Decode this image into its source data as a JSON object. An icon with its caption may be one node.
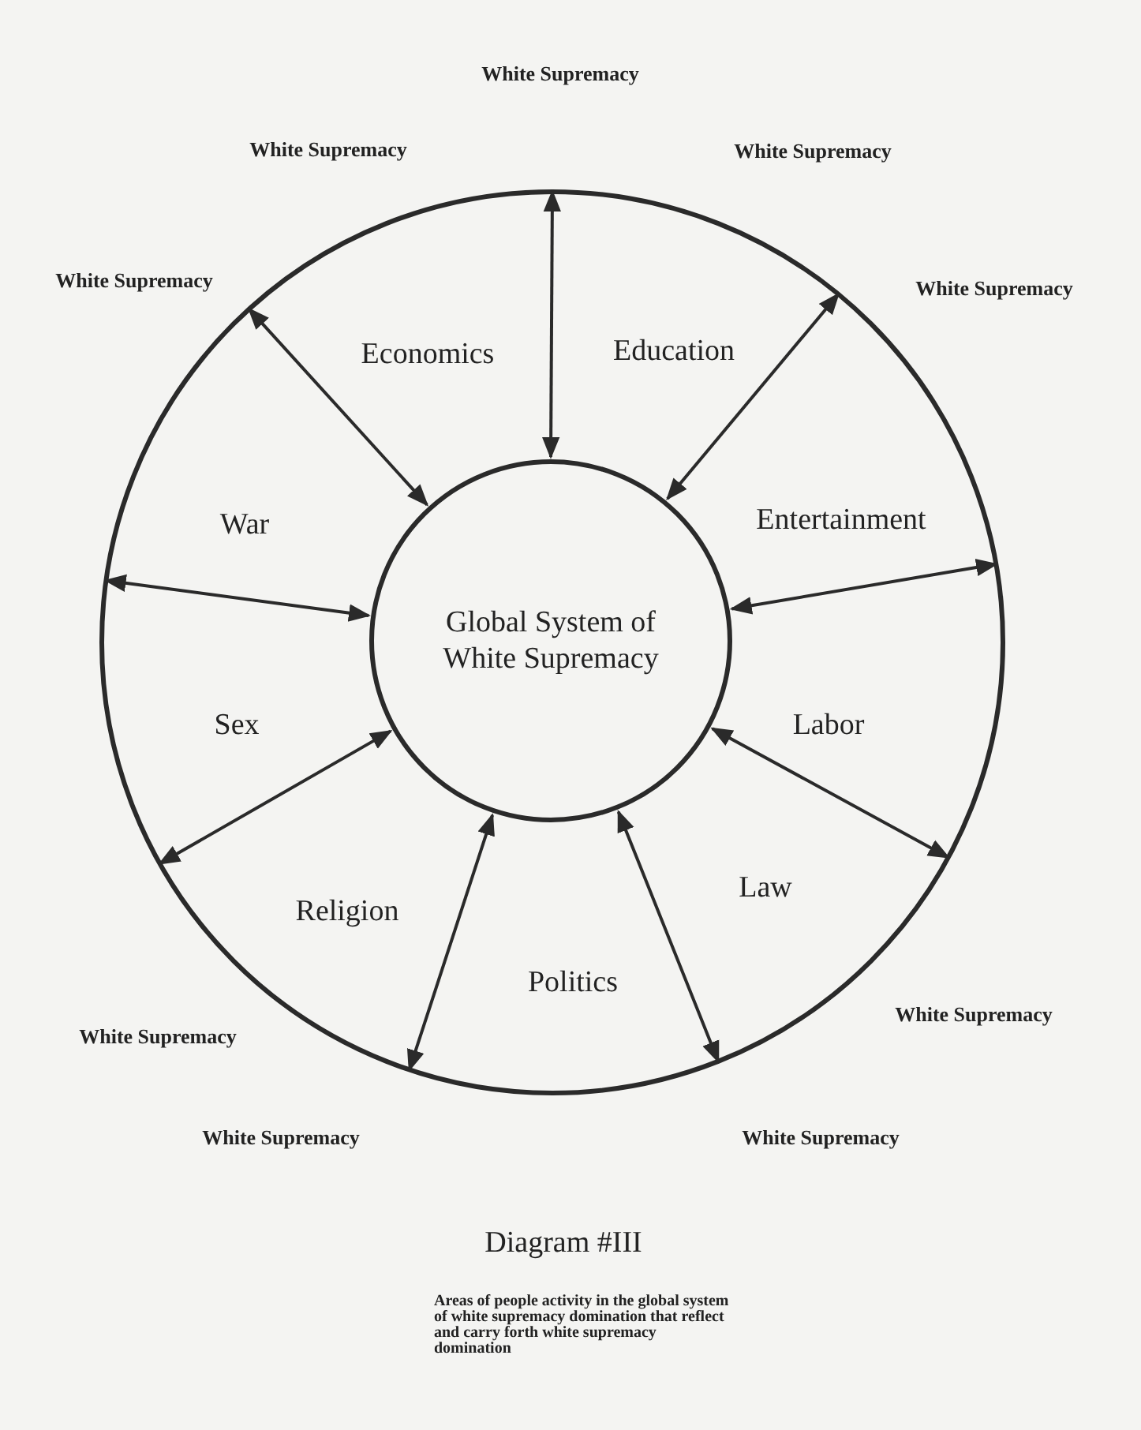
{
  "diagram": {
    "caption": "Areas of people activity in the global system of white supremacy domination that reflect and carry forth white supremacy domination",
    "nodes": [
      {
        "text": [],
        "shape": "circle"
      },
      {
        "text": [
          "Global System of White Supremacy"
        ],
        "in": 0
      }
    ],
    "edges": [
      {
        "from": 1,
        "to": 0,
        "arrow": "both"
      },
      {
        "from": 1,
        "to": 0,
        "arrow": "both"
      },
      {
        "from": 1,
        "to": 0,
        "arrow": "both"
      },
      {
        "from": 1,
        "to": 0,
        "arrow": "both"
      },
      {
        "from": 1,
        "to": 0,
        "arrow": "both"
      },
      {
        "from": 1,
        "to": 0,
        "arrow": "both"
      },
      {
        "from": 1,
        "to": 0,
        "arrow": "both"
      },
      {
        "from": 1,
        "to": 0,
        "arrow": "both"
      },
      {
        "from": 1,
        "to": 0,
        "arrow": "both"
      }
    ],
    "labels": [
      "White Supremacy",
      "White Supremacy",
      "White Supremacy",
      "White Supremacy",
      "White Supremacy",
      "Economics",
      "Education",
      "War",
      "Entertainment",
      "Sex",
      "Labor",
      "Law",
      "Religion",
      "Politics",
      "White Supremacy",
      "White Supremacy",
      "White Supremacy",
      "White Supremacy",
      "Diagram #III"
    ]
  }
}
